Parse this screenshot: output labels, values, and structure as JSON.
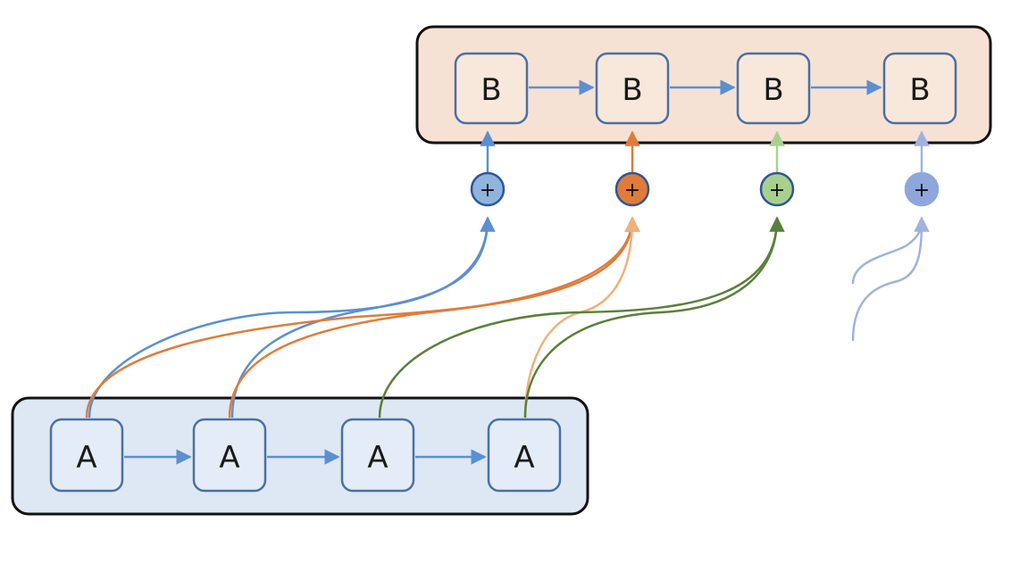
{
  "decoder": {
    "nodes": [
      {
        "label": "B"
      },
      {
        "label": "B"
      },
      {
        "label": "B"
      },
      {
        "label": "B"
      }
    ]
  },
  "encoder": {
    "nodes": [
      {
        "label": "A"
      },
      {
        "label": "A"
      },
      {
        "label": "A"
      },
      {
        "label": "A"
      }
    ]
  },
  "adders": [
    {
      "symbol": "+",
      "fill": "#8fb4de",
      "curve_color": "#5b8fd1"
    },
    {
      "symbol": "+",
      "fill": "#e07b3a",
      "curve_color": "#e0803e"
    },
    {
      "symbol": "+",
      "fill": "#a8d08d",
      "curve_color": "#5b7f3a"
    },
    {
      "symbol": "+",
      "fill": "#8fa6dc",
      "curve_color": "#9fb2e0"
    }
  ],
  "colors": {
    "decoder_bg": "#f6e2d4",
    "encoder_bg": "#dde8f4",
    "node_fill": "#f8e8dc",
    "enc_node_fill": "#e3ecf7",
    "node_stroke": "#4a6fa5",
    "chain_arrow": "#5b8fd1",
    "light_orange": "#f0b07c",
    "light_green": "#a9d18e"
  }
}
